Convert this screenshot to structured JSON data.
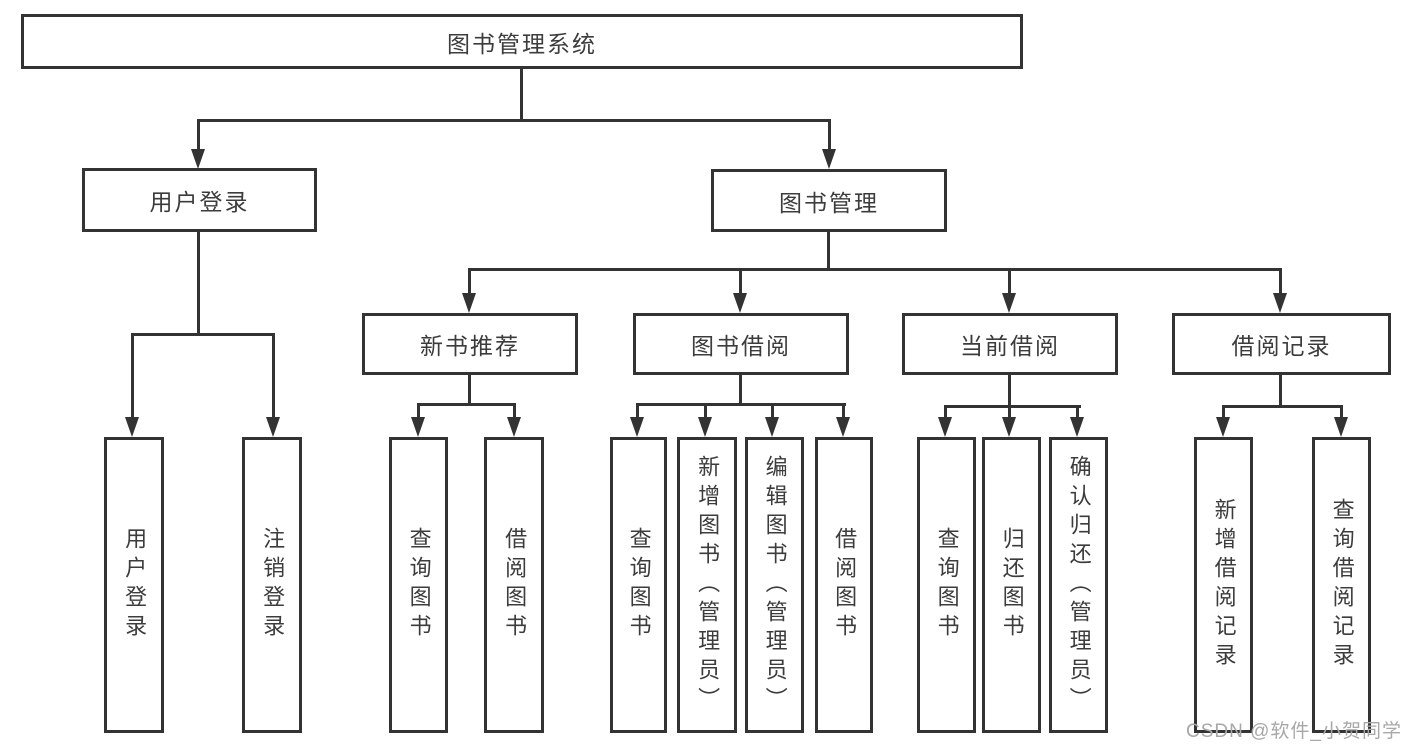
{
  "root": {
    "label": "图书管理系统"
  },
  "branches": [
    {
      "label": "用户登录",
      "leaves": [
        {
          "label": "用户登录"
        },
        {
          "label": "注销登录"
        }
      ]
    },
    {
      "label": "图书管理",
      "groups": [
        {
          "label": "新书推荐",
          "leaves": [
            {
              "label": "查询图书"
            },
            {
              "label": "借阅图书"
            }
          ]
        },
        {
          "label": "图书借阅",
          "leaves": [
            {
              "label": "查询图书"
            },
            {
              "label": "新增图书（管理员）"
            },
            {
              "label": "编辑图书（管理员）"
            },
            {
              "label": "借阅图书"
            }
          ]
        },
        {
          "label": "当前借阅",
          "leaves": [
            {
              "label": "查询图书"
            },
            {
              "label": "归还图书"
            },
            {
              "label": "确认归还（管理员）"
            }
          ]
        },
        {
          "label": "借阅记录",
          "leaves": [
            {
              "label": "新增借阅记录"
            },
            {
              "label": "查询借阅记录"
            }
          ]
        }
      ]
    }
  ],
  "watermark": {
    "text": "CSDN @软件_小贺同学"
  },
  "colors": {
    "line": "#333333",
    "text": "#3c3c3c",
    "watermark": "#a8a8a8",
    "background": "#ffffff"
  }
}
